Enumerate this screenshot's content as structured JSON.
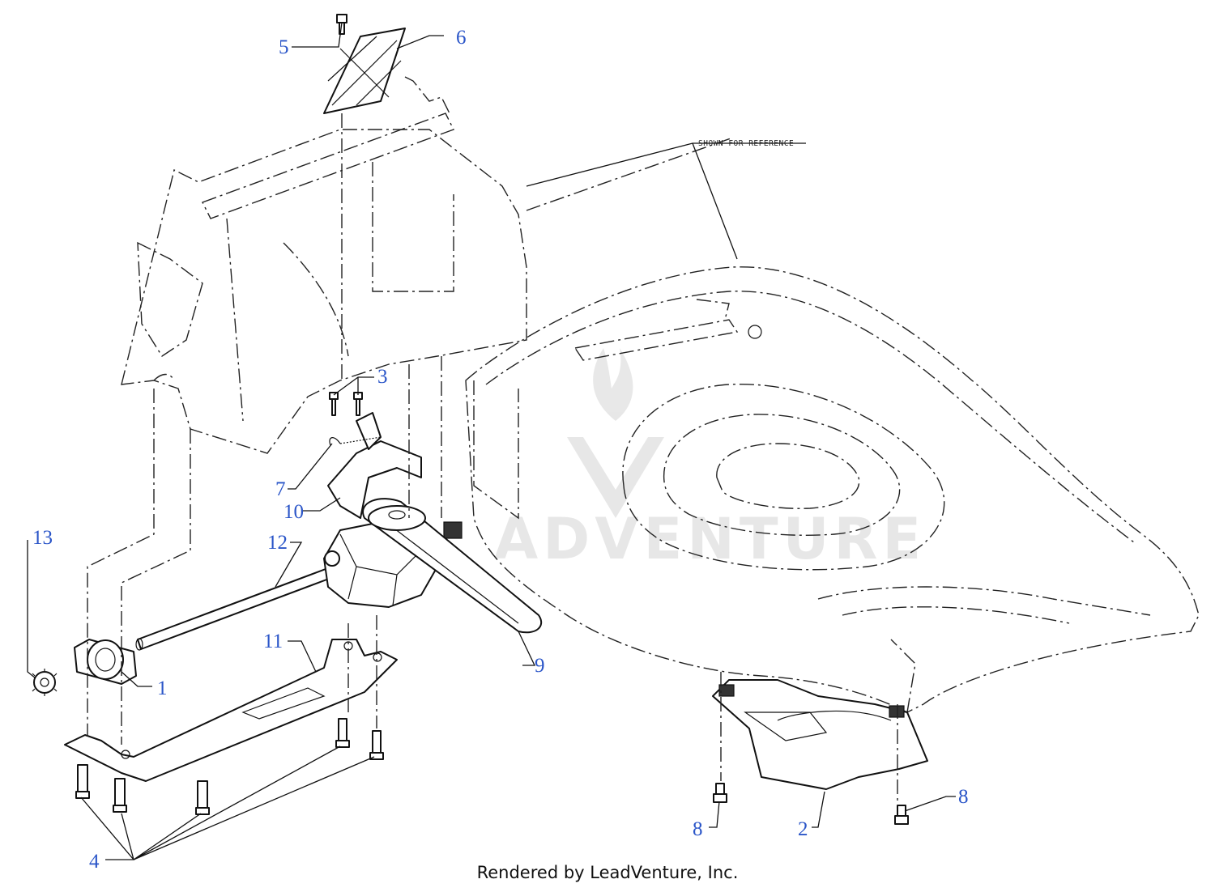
{
  "diagram": {
    "reference_note": "SHOWN FOR REFERENCE",
    "footer": "Rendered by LeadVenture, Inc.",
    "watermark": "ADVENTURE",
    "label_color": "#2a55c8",
    "callouts": [
      {
        "id": "1",
        "text": "1"
      },
      {
        "id": "2",
        "text": "2"
      },
      {
        "id": "3",
        "text": "3"
      },
      {
        "id": "4",
        "text": "4"
      },
      {
        "id": "5",
        "text": "5"
      },
      {
        "id": "6",
        "text": "6"
      },
      {
        "id": "7",
        "text": "7"
      },
      {
        "id": "8a",
        "text": "8"
      },
      {
        "id": "8b",
        "text": "8"
      },
      {
        "id": "9",
        "text": "9"
      },
      {
        "id": "10",
        "text": "10"
      },
      {
        "id": "11",
        "text": "11"
      },
      {
        "id": "12",
        "text": "12"
      },
      {
        "id": "13",
        "text": "13"
      }
    ]
  }
}
